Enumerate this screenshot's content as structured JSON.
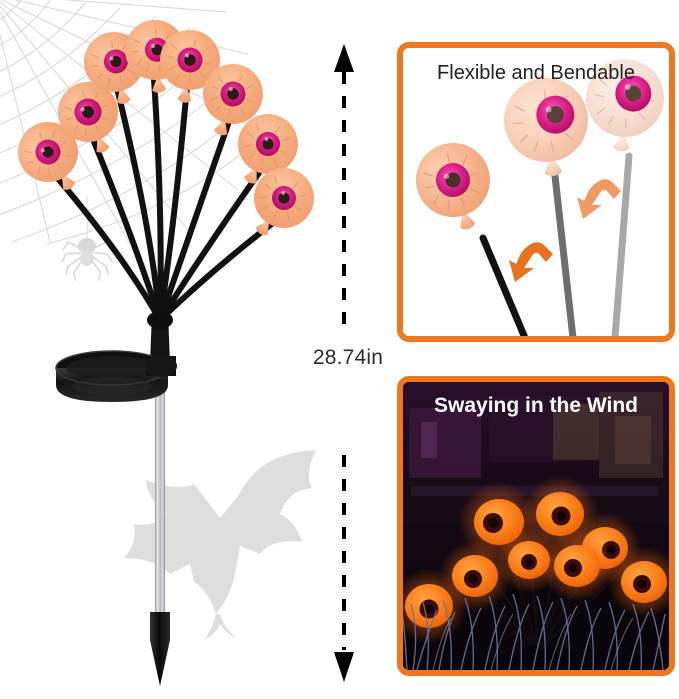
{
  "product": {
    "name": "solar-halloween-eyeball-stake-light",
    "dimension_label": "28.74in",
    "eyeball_count": 8,
    "colors": {
      "sclera": "#f5a87a",
      "sclera_light": "#f8cdb4",
      "sclera_pale": "#f7ddd0",
      "iris": "#d6197f",
      "iris_mid": "#e8389a",
      "pupil": "#2b1b14",
      "stem": "#111111",
      "stem_gray": "#6e6e6e",
      "stem_light_gray": "#a8a8a8",
      "solar_panel": "#1a1a1a",
      "stake_pole": "#c9cbcd",
      "stake_tip": "#101010",
      "watermark": "#dcdcdc",
      "dimension_arrow": "#000000"
    }
  },
  "panels": {
    "flexible": {
      "caption": "Flexible and Bendable",
      "border_color": "#ee7722",
      "background": "#ffffff",
      "stems": [
        {
          "name": "black-stem",
          "color": "#111111"
        },
        {
          "name": "dark-gray-stem",
          "color": "#6e6e6e"
        },
        {
          "name": "light-gray-stem",
          "color": "#a8a8a8"
        }
      ],
      "arrows": [
        {
          "name": "bend-arrow-left",
          "color": "#e8721f"
        },
        {
          "name": "bend-arrow-right",
          "color": "#ef9a62"
        }
      ]
    },
    "swaying": {
      "caption": "Swaying in the Wind",
      "border_color": "#ee7722",
      "background": "#0b0609",
      "glow_color": "#ff7a18",
      "grass_color": "#7b7ea6",
      "sky_tint": "#3a1a38",
      "lit_eyeball_count": 8
    }
  }
}
